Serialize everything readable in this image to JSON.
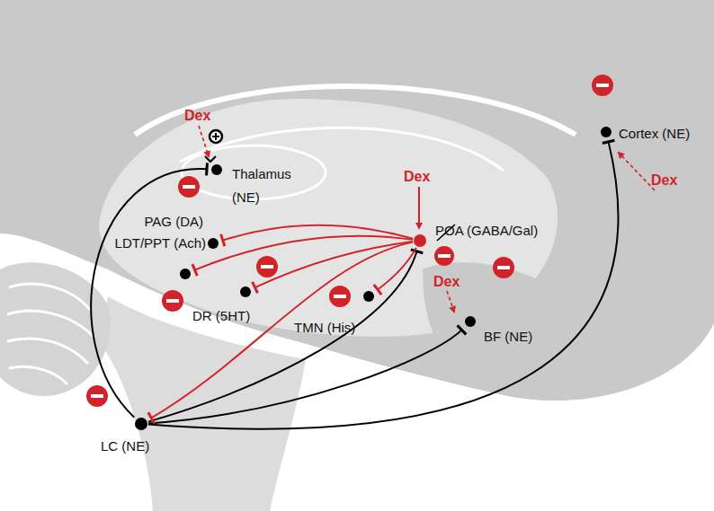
{
  "diagram": {
    "nodes": [
      {
        "text": [
          "Thalamus (NE)"
        ]
      },
      {
        "text": [
          "PAG (DA)"
        ]
      },
      {
        "text": [
          "LDT/PPT (Ach)"
        ]
      },
      {
        "text": [
          "DR (5HT)"
        ]
      },
      {
        "text": [
          "TMN (His)"
        ]
      },
      {
        "text": [
          "POA (GABA/Gal)"
        ]
      },
      {
        "text": [
          "BF (NE)"
        ]
      },
      {
        "text": [
          "Cortex (NE)"
        ]
      },
      {
        "text": [
          "LC (NE)"
        ]
      }
    ],
    "edges": [
      {
        "from": 8,
        "to": 0,
        "arrow": "to"
      },
      {
        "from": 8,
        "to": 5,
        "arrow": "to"
      },
      {
        "from": 8,
        "to": 6,
        "arrow": "to"
      },
      {
        "from": 8,
        "to": 7,
        "arrow": "to"
      },
      {
        "from": 5,
        "to": 1,
        "arrow": "to"
      },
      {
        "from": 5,
        "to": 2,
        "arrow": "to"
      },
      {
        "from": 5,
        "to": 3,
        "arrow": "to"
      },
      {
        "from": 5,
        "to": 4,
        "arrow": "to"
      },
      {
        "from": 5,
        "to": 8,
        "arrow": "to"
      }
    ],
    "labels": [
      "Dex",
      "Dex",
      "Dex",
      "Dex"
    ]
  }
}
